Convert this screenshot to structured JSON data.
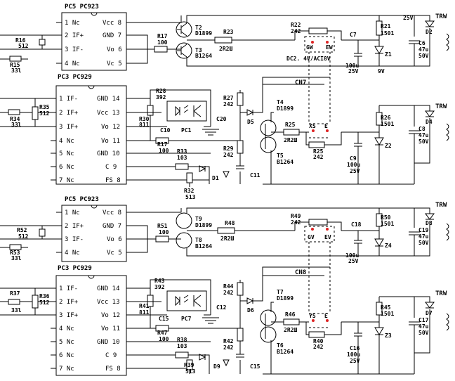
{
  "ch1": {
    "chip": "PC5 PC923",
    "pins": {
      "l1": "1 Nc",
      "l2": "2 IF+",
      "l3": "3 IF-",
      "l4": "4 Nc",
      "r8": "Vcc 8",
      "r7": "GND 7",
      "r6": "Vo 6",
      "r5": "Vc 5"
    },
    "r16": "R16",
    "r16v": "512",
    "r15": "R15",
    "r15v": "33l",
    "r17": "R17",
    "r17v": "100",
    "t2": "T2",
    "t2v": "D1899",
    "t3": "T3",
    "t3v": "B1264",
    "r23": "R23",
    "r23v": "2R2Ш",
    "r22": "R22",
    "r22v": "242",
    "gw": "GW",
    "ew": "EW",
    "iso": "DC2. 4V/ACI8V",
    "c7": "C7",
    "c7v": "100u",
    "c7v2": "25V",
    "r21": "R21",
    "r21v": "1501",
    "z1": "Z1",
    "z1v": "9V",
    "v25": "25V",
    "c6": "C6",
    "c6v": "47u",
    "c6v2": "50V",
    "d2": "D2",
    "trw": "TRW"
  },
  "ch2": {
    "chip": "PC3 PC929",
    "pins": {
      "l1": "1 IF-",
      "l2": "2 IF+",
      "l3": "3 IF+",
      "l4": "4 Nc",
      "l5": "5 Nc",
      "l6": "6 Nc",
      "l7": "7 Nc",
      "r14": "GND 14",
      "r13": "Vcc 13",
      "r12": "Vo 12",
      "r11": "Vo 11",
      "r10": "GND 10",
      "r9": "C 9",
      "r8": "FS 8"
    },
    "r34": "R34",
    "r34v": "33l",
    "r35": "R35",
    "r35v": "512",
    "r28": "R28",
    "r28v": "392",
    "r30": "R30",
    "r30v": "811",
    "c10": "C10",
    "pc": "PC1",
    "c20": "C20",
    "r27": "R27",
    "r27v": "242",
    "d5": "D5",
    "t4": "T4",
    "t4v": "D1899",
    "r17": "R17",
    "r17v": "100",
    "r33": "R33",
    "r33v": "103",
    "r29": "R29",
    "r29v": "242",
    "r32": "R32",
    "r32v": "513",
    "d1": "D1",
    "c11": "C11",
    "r25": "R25",
    "r25v": "2R2Ш",
    "xs": "XS",
    "e": "E",
    "r25b": "R25",
    "r25bv": "242",
    "t5": "T5",
    "t5v": "B1264",
    "c9": "C9",
    "c9v": "100u",
    "c9v2": "25V",
    "r26": "R26",
    "r26v": "1501",
    "z2": "Z2",
    "c8": "C8",
    "c8v": "47u",
    "c8v2": "50V",
    "d4": "D4",
    "trw": "TRW",
    "cn": "CN7"
  },
  "ch3": {
    "chip": "PC5 PC923",
    "pins": {
      "l1": "1 Nc",
      "l2": "2 IF+",
      "l3": "3 IF-",
      "l4": "4 Nc",
      "r8": "Vcc 8",
      "r7": "GND 7",
      "r6": "Vo 6",
      "r5": "Vc 5"
    },
    "r52": "R52",
    "r52v": "512",
    "r53": "R53",
    "r53v": "33l",
    "r51": "R51",
    "r51v": "100",
    "t9": "T9",
    "t9v": "D1899",
    "t8": "T8",
    "t8v": "B1264",
    "r48": "R48",
    "r48v": "2R2Ш",
    "r49": "R49",
    "r49v": "242",
    "gv": "GV",
    "ev": "EV",
    "c18": "C18",
    "c18v": "100u",
    "c18v2": "25V",
    "r50": "R50",
    "r50v": "1501",
    "z4": "Z4",
    "c19": "C19",
    "c19v": "47u",
    "c19v2": "50V",
    "d8": "D8",
    "trw": "TRW"
  },
  "ch4": {
    "chip": "PC3 PC929",
    "pins": {
      "l1": "1 IF-",
      "l2": "2 IF+",
      "l3": "3 IF+",
      "l4": "4 Nc",
      "l5": "5 Nc",
      "l6": "6 Nc",
      "l7": "7 Nc",
      "r14": "GND 14",
      "r13": "Vcc 13",
      "r12": "Vo 12",
      "r11": "Vo 11",
      "r10": "GND 10",
      "r9": "C 9",
      "r8": "FS 8"
    },
    "r37": "R37",
    "r37v": "33l",
    "r36": "R36",
    "r36v": "512",
    "r43": "R43",
    "r43v": "392",
    "r41": "R41",
    "r41v": "811",
    "c15": "C15",
    "pc": "PC7",
    "c12": "C12",
    "r44": "R44",
    "r44v": "242",
    "d6": "D6",
    "t7": "T7",
    "t7v": "D1899",
    "r47": "R47",
    "r47v": "100",
    "r38": "R38",
    "r38v": "103",
    "r42": "R42",
    "r42v": "242",
    "r39": "R39",
    "r39v": "513",
    "d9": "D9",
    "c5": "C15",
    "r46": "R46",
    "r46v": "2R2Ш",
    "ys": "YS",
    "e": "E",
    "r40": "R40",
    "r40v": "242",
    "t6": "T6",
    "t6v": "B1264",
    "c16": "C16",
    "c16v": "100u",
    "c16v2": "25V",
    "r45": "R45",
    "r45v": "1501",
    "z3": "Z3",
    "c17": "C17",
    "c17v": "47u",
    "c17v2": "50V",
    "d7": "D7",
    "trw": "TRW",
    "cn": "CN8"
  }
}
